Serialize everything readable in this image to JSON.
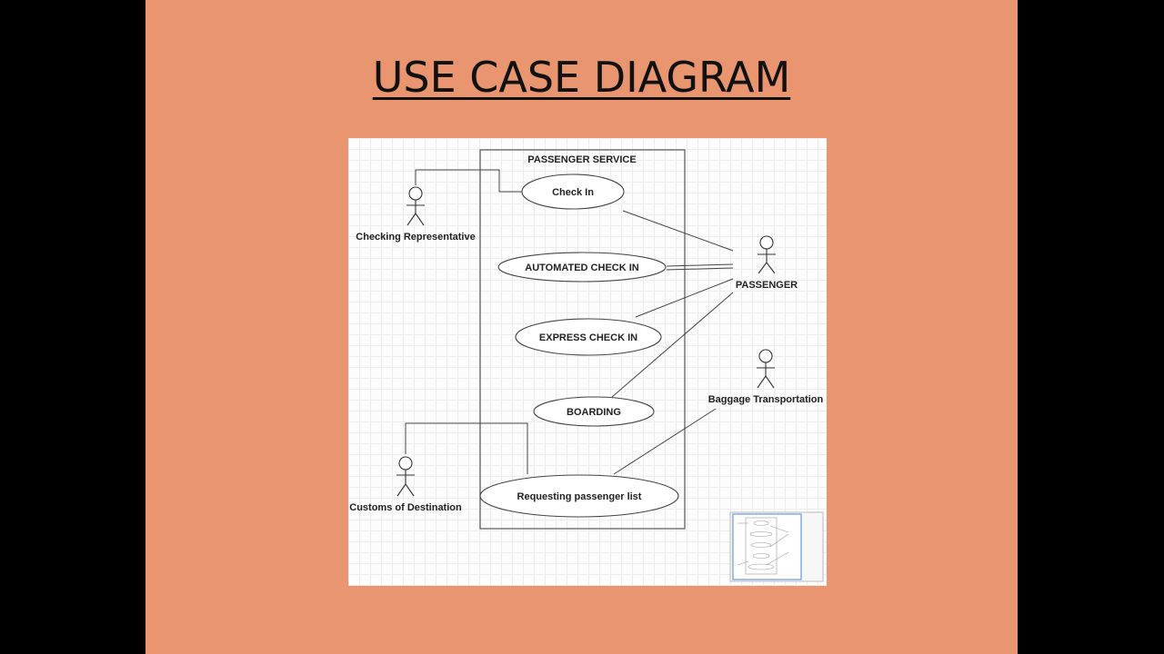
{
  "slide": {
    "title": "USE CASE DIAGRAM"
  },
  "diagram": {
    "system_boundary": "PASSENGER SERVICE",
    "use_cases": {
      "check_in": "Check In",
      "automated_check_in": "AUTOMATED CHECK IN",
      "express_check_in": "EXPRESS CHECK IN",
      "boarding": "BOARDING",
      "requesting_passenger_list": "Requesting passenger list"
    },
    "actors": {
      "checking_representative": "Checking Representative",
      "passenger": "PASSENGER",
      "baggage_transportation": "Baggage Transportation",
      "customs_of_destination": "Customs of Destination"
    }
  }
}
